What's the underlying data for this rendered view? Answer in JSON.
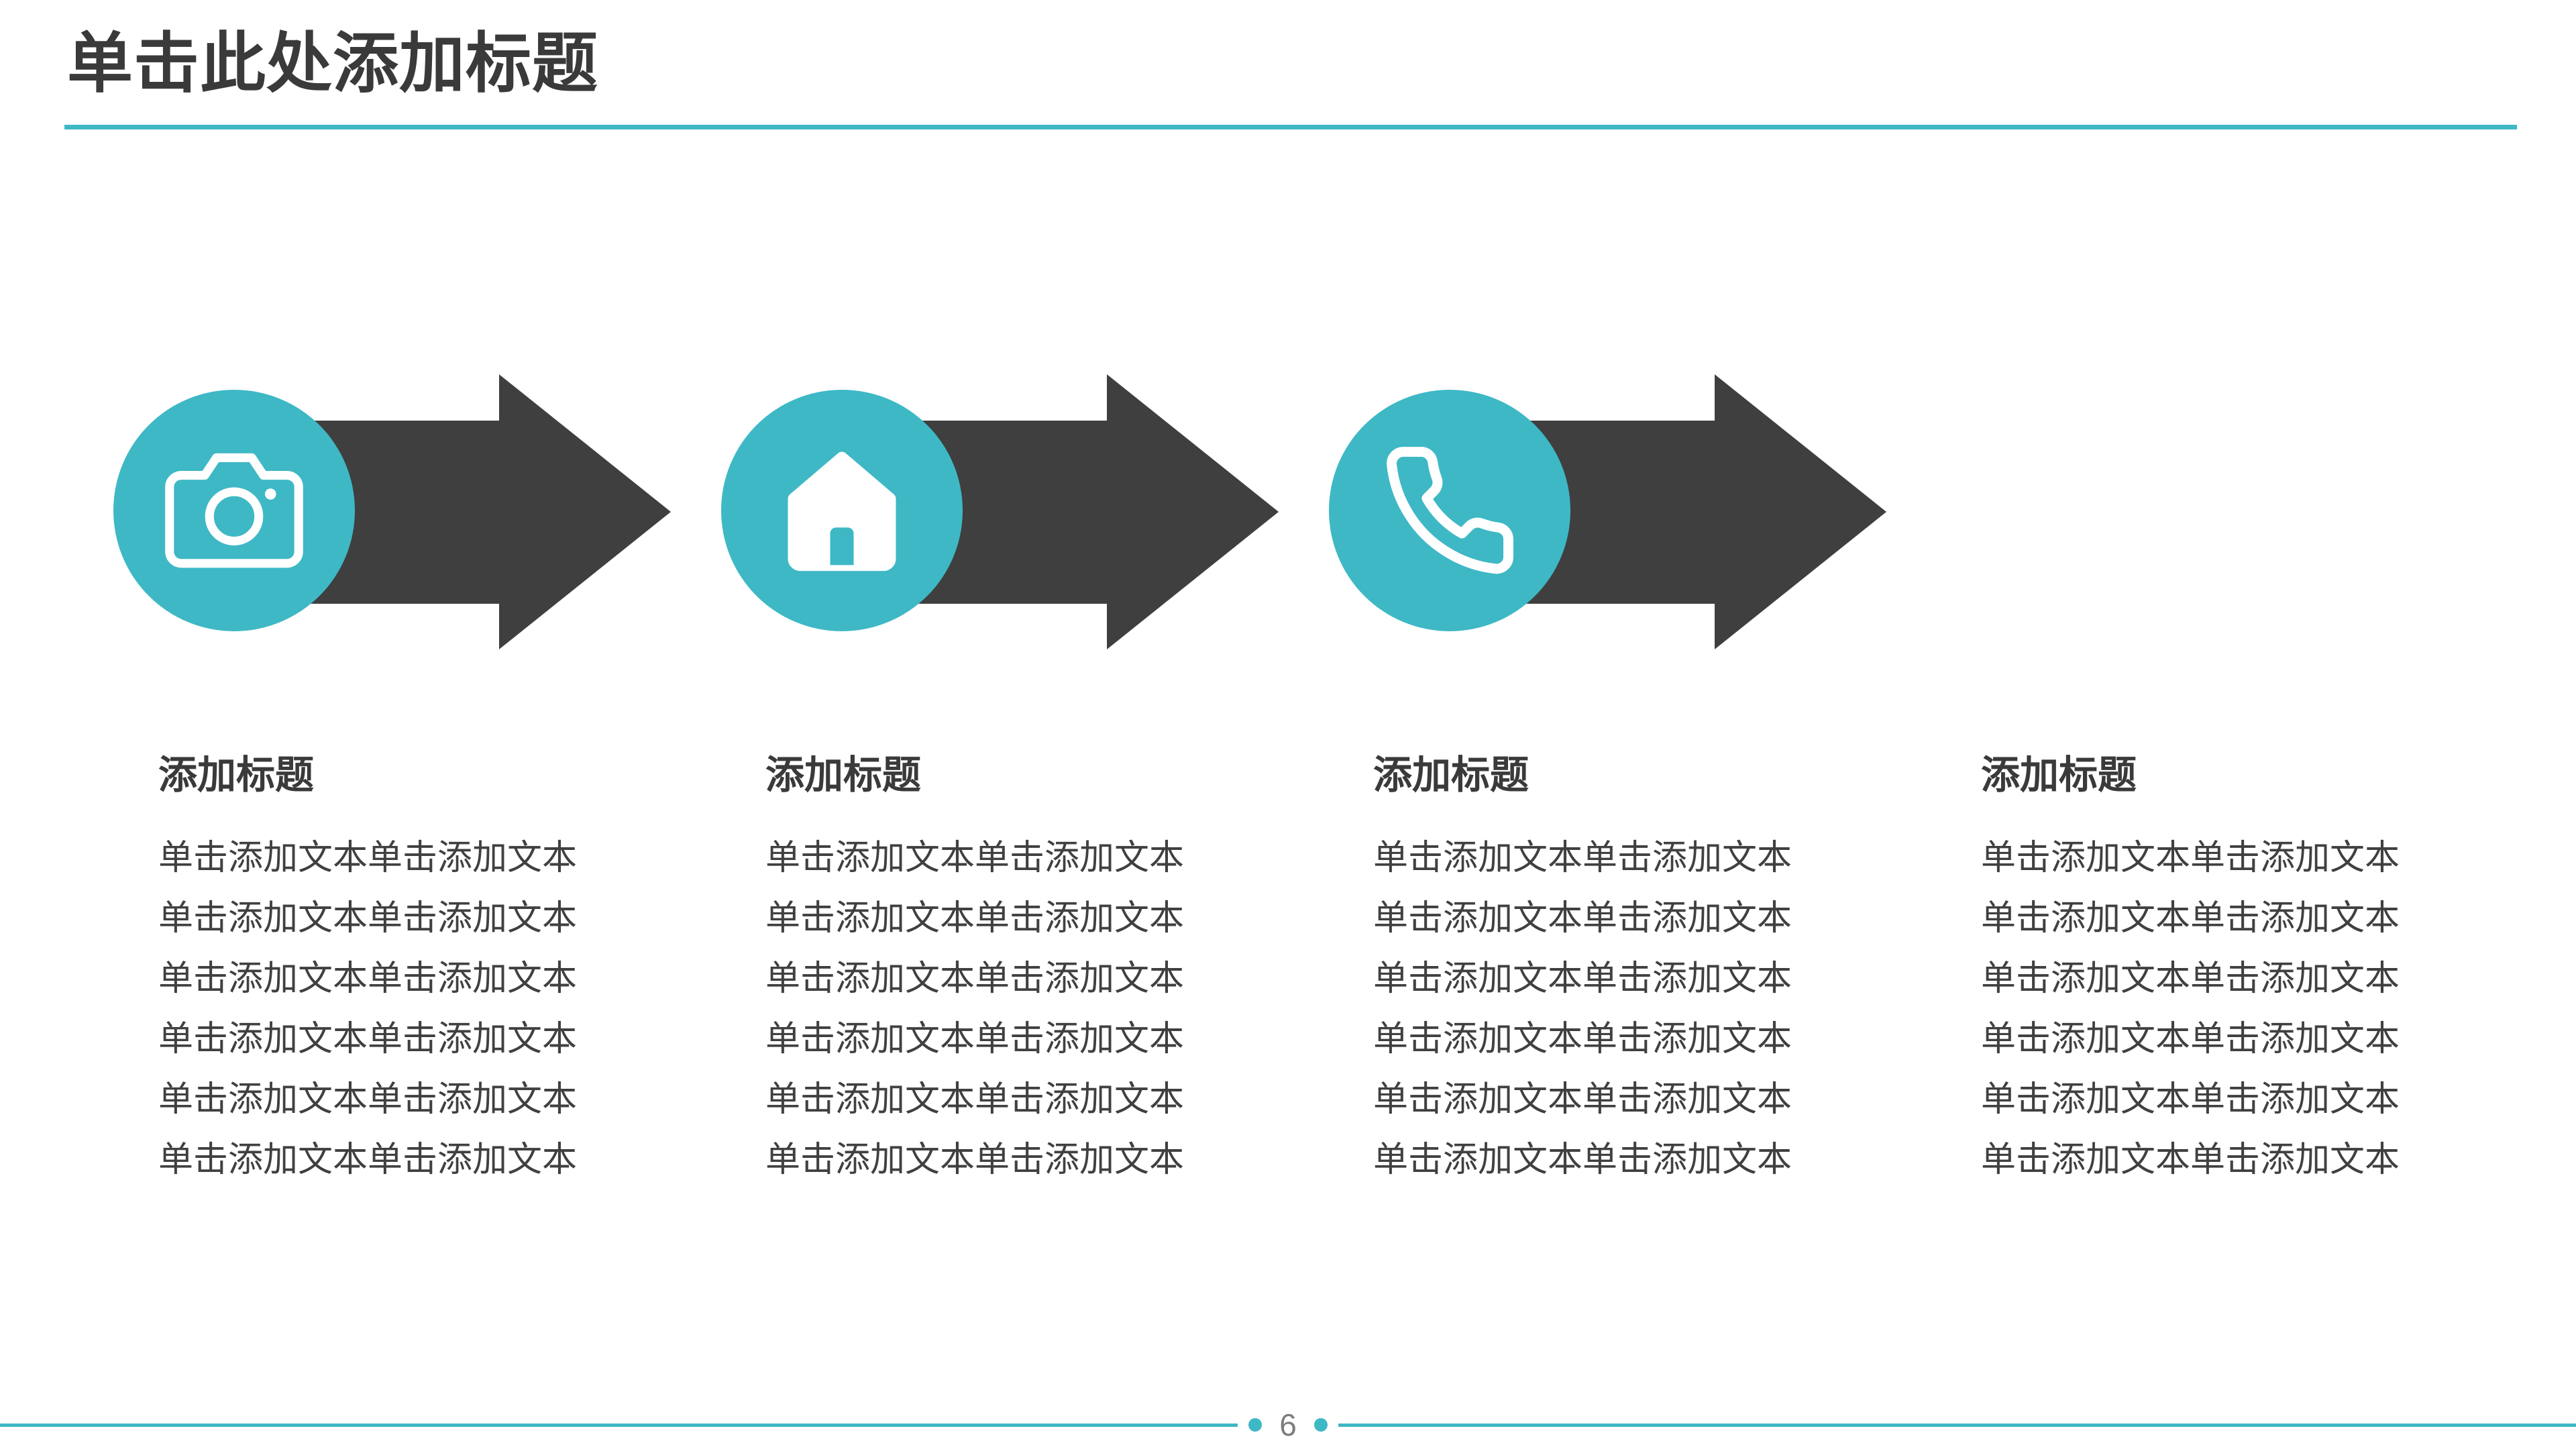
{
  "title": "单击此处添加标题",
  "colors": {
    "accent_color": "#3EB8C5",
    "arrow_color": "#3F3F3F",
    "text_color": "#3A3A3A",
    "page_number_color": "#7C7C7C"
  },
  "steps": [
    {
      "icon": "camera-icon"
    },
    {
      "icon": "home-icon"
    },
    {
      "icon": "phone-icon"
    }
  ],
  "columns": [
    {
      "heading": "添加标题",
      "lines": [
        "单击添加文本单击添加文本",
        "单击添加文本单击添加文本",
        "单击添加文本单击添加文本",
        "单击添加文本单击添加文本",
        "单击添加文本单击添加文本",
        "单击添加文本单击添加文本"
      ]
    },
    {
      "heading": "添加标题",
      "lines": [
        "单击添加文本单击添加文本",
        "单击添加文本单击添加文本",
        "单击添加文本单击添加文本",
        "单击添加文本单击添加文本",
        "单击添加文本单击添加文本",
        "单击添加文本单击添加文本"
      ]
    },
    {
      "heading": "添加标题",
      "lines": [
        "单击添加文本单击添加文本",
        "单击添加文本单击添加文本",
        "单击添加文本单击添加文本",
        "单击添加文本单击添加文本",
        "单击添加文本单击添加文本",
        "单击添加文本单击添加文本"
      ]
    },
    {
      "heading": "添加标题",
      "lines": [
        "单击添加文本单击添加文本",
        "单击添加文本单击添加文本",
        "单击添加文本单击添加文本",
        "单击添加文本单击添加文本",
        "单击添加文本单击添加文本",
        "单击添加文本单击添加文本"
      ]
    }
  ],
  "footer": {
    "page_number": "6"
  }
}
